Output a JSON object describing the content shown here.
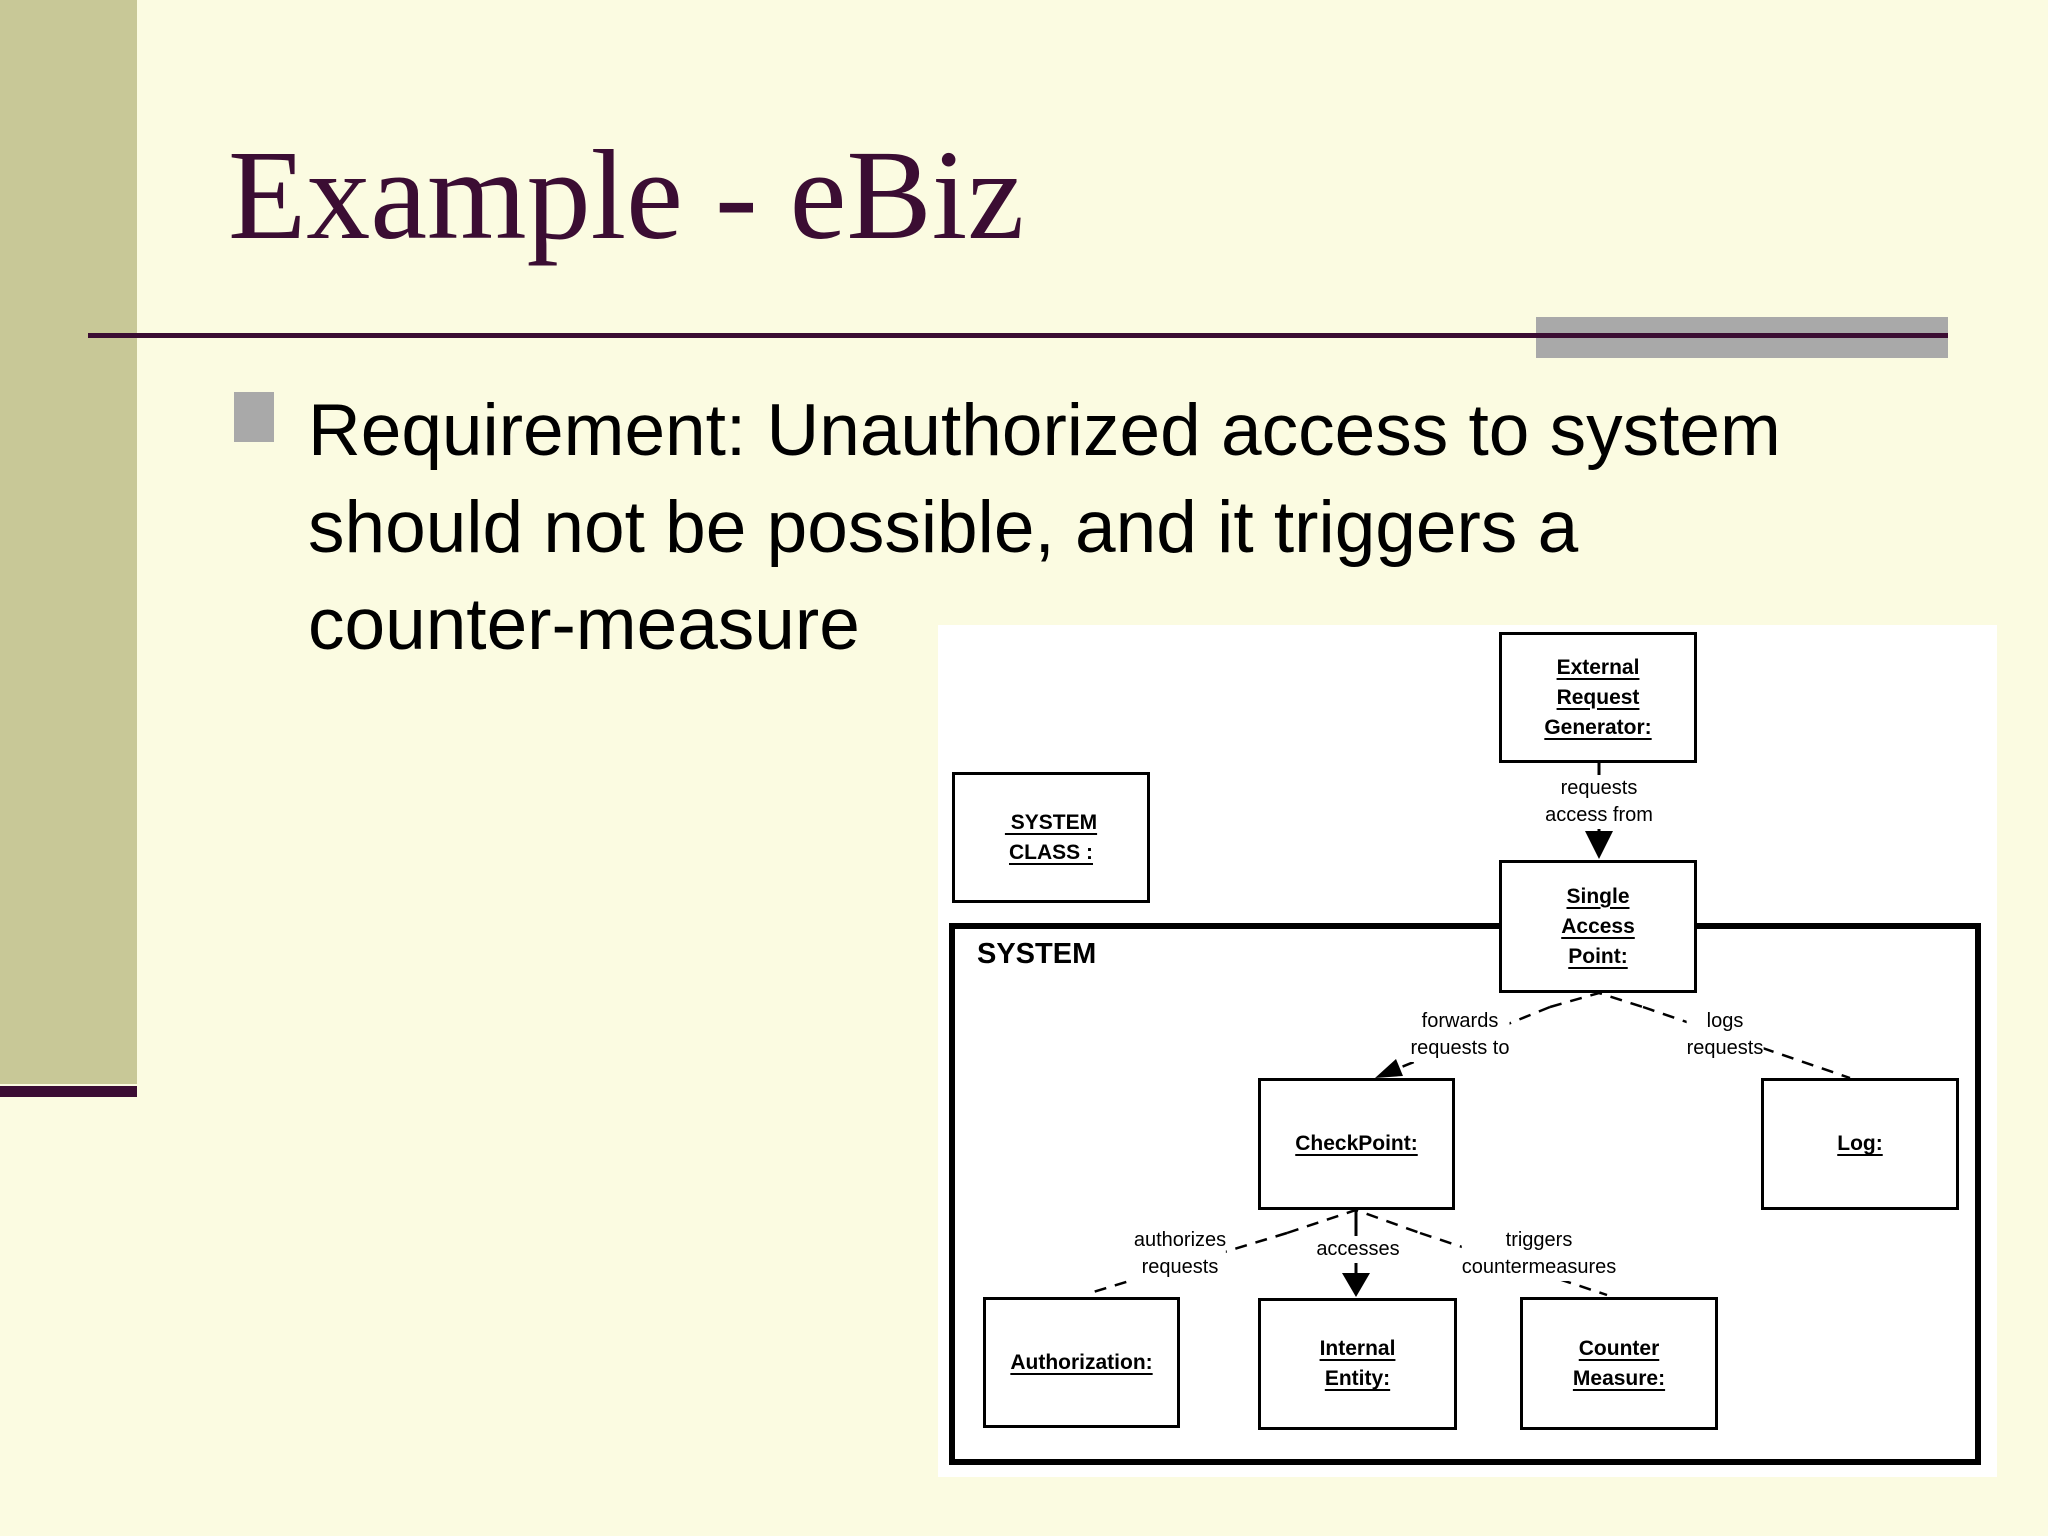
{
  "slide": {
    "title": "Example - eBiz",
    "bullet": {
      "lines": [
        "Requirement: Unauthorized access to system",
        "should not be possible, and it triggers a",
        "counter-measure"
      ]
    }
  },
  "colors": {
    "background": "#FBFBE1",
    "sidebar": "#C8C897",
    "accent": "#3B0D33",
    "muted_gray": "#A9A9A9",
    "diagram_bg": "#FFFFFF",
    "line": "#000000"
  },
  "diagram": {
    "system_label": "SYSTEM",
    "nodes": {
      "external_request_generator": {
        "lines": [
          "External",
          "Request",
          "Generator:"
        ]
      },
      "system_class": {
        "lines": [
          " SYSTEM",
          "CLASS :"
        ]
      },
      "single_access_point": {
        "lines": [
          "Single",
          "Access",
          "Point:"
        ]
      },
      "checkpoint": {
        "lines": [
          "CheckPoint:"
        ]
      },
      "log": {
        "lines": [
          "Log:"
        ]
      },
      "authorization": {
        "lines": [
          "Authorization:"
        ]
      },
      "internal_entity": {
        "lines": [
          "Internal",
          "Entity:"
        ]
      },
      "counter_measure": {
        "lines": [
          "Counter",
          "Measure:"
        ]
      }
    },
    "edges": {
      "requests_access_from": {
        "lines": [
          "requests",
          "access from"
        ]
      },
      "forwards_requests_to": {
        "lines": [
          "forwards",
          "requests to"
        ]
      },
      "logs_requests": {
        "lines": [
          "logs",
          "requests"
        ]
      },
      "authorizes_requests": {
        "lines": [
          "authorizes",
          "requests"
        ]
      },
      "accesses": {
        "lines": [
          "accesses"
        ]
      },
      "triggers_countermeasures": {
        "lines": [
          "triggers",
          "countermeasures"
        ]
      }
    }
  }
}
